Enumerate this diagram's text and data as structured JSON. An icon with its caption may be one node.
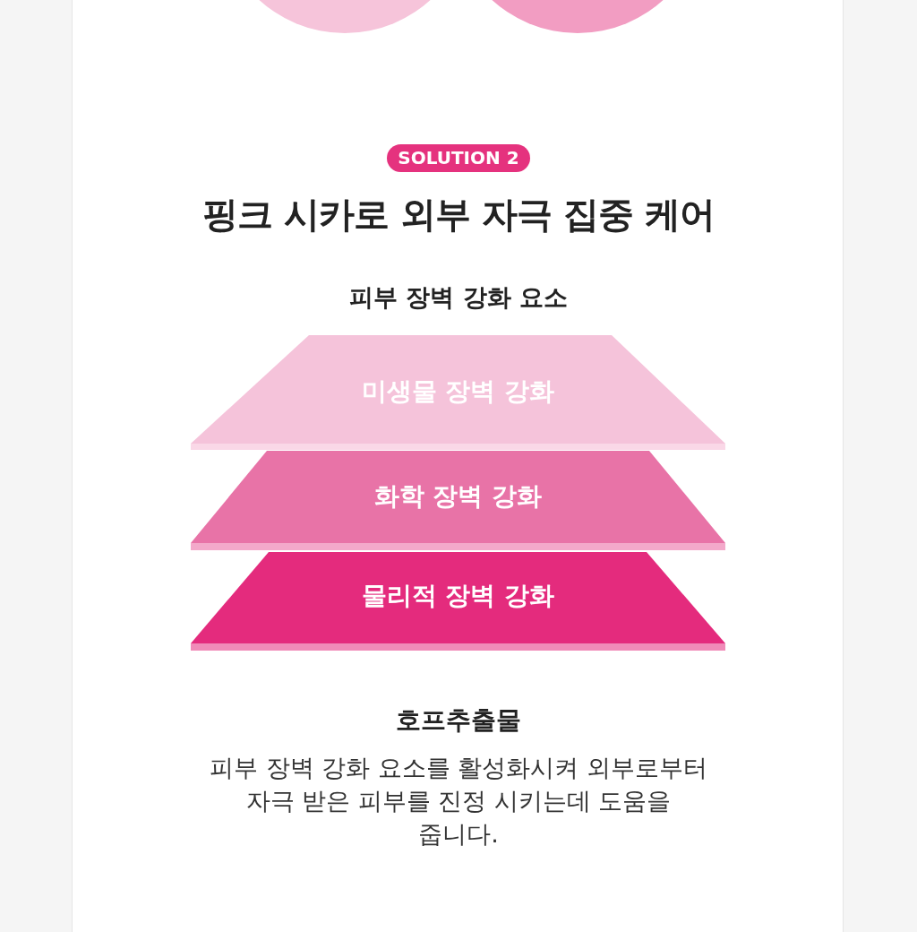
{
  "diagram": {
    "title": "핑크 시카로 외부 자극 집중 케어",
    "nodes": [
      {
        "text": [
          "SOLUTION 2"
        ]
      },
      {
        "text": [
          "미생물 장벽 강화"
        ]
      },
      {
        "text": [
          "화학 장벽 강화"
        ]
      },
      {
        "text": [
          "물리적 장벽 강화"
        ]
      }
    ],
    "labels": [
      "피부 장벽 강화 요소",
      "호프추출물",
      "피부 장벽 강화 요소를 활성화시켜 외부로부터 자극 받은 피부를 진정 시키는데 도움을 줍니다."
    ]
  }
}
